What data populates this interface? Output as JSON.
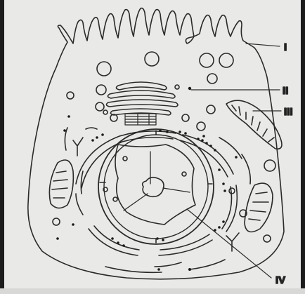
{
  "diagram": {
    "labels": {
      "i": "I",
      "ii": "II",
      "iii": "III",
      "iv": "IV"
    }
  }
}
